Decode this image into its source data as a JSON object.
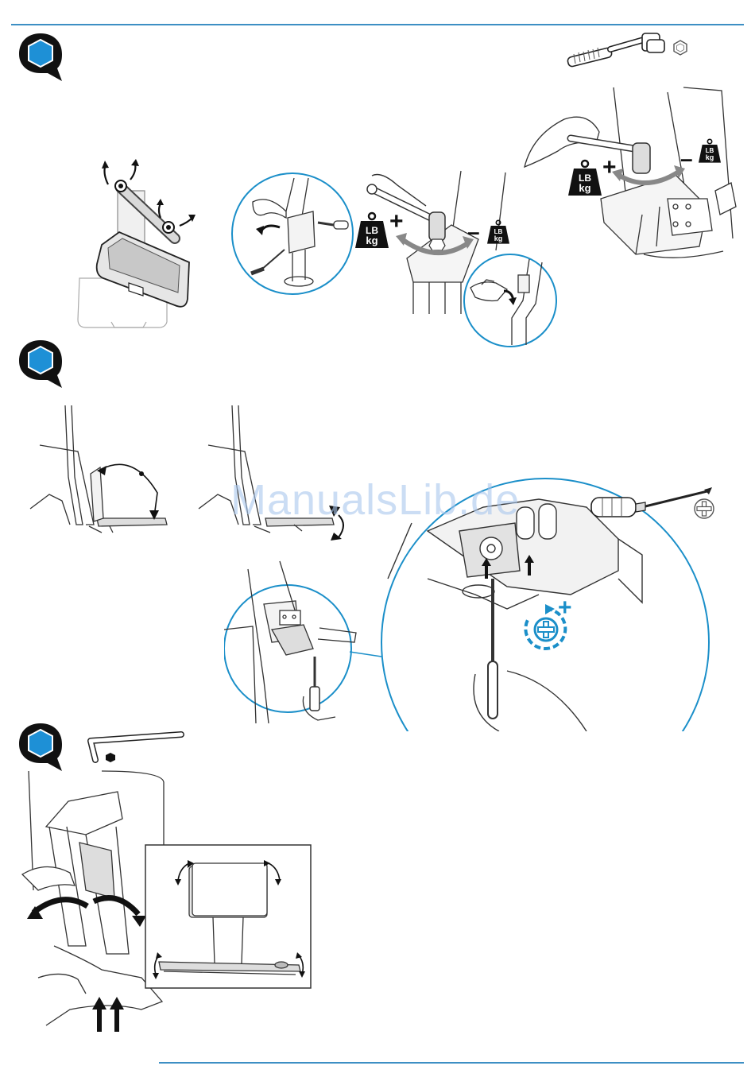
{
  "watermark": "ManualsLib.de",
  "weights": {
    "unit_top": "LB",
    "unit_bottom": "kg"
  },
  "signs": {
    "plus": "+",
    "minus": "–",
    "screw_plus": "+"
  },
  "colors": {
    "accent": "#1b8fc9",
    "rule": "#3d8fc4",
    "icon_blue": "#1e90d6",
    "ink": "#111111"
  },
  "icons": [
    "adjust-hex-icon",
    "socket-wrench-icon",
    "hex-nut-icon",
    "phillips-screwdriver-icon",
    "phillips-head-icon",
    "allen-key-icon",
    "hex-socket-icon",
    "tighten-clockwise-icon"
  ]
}
